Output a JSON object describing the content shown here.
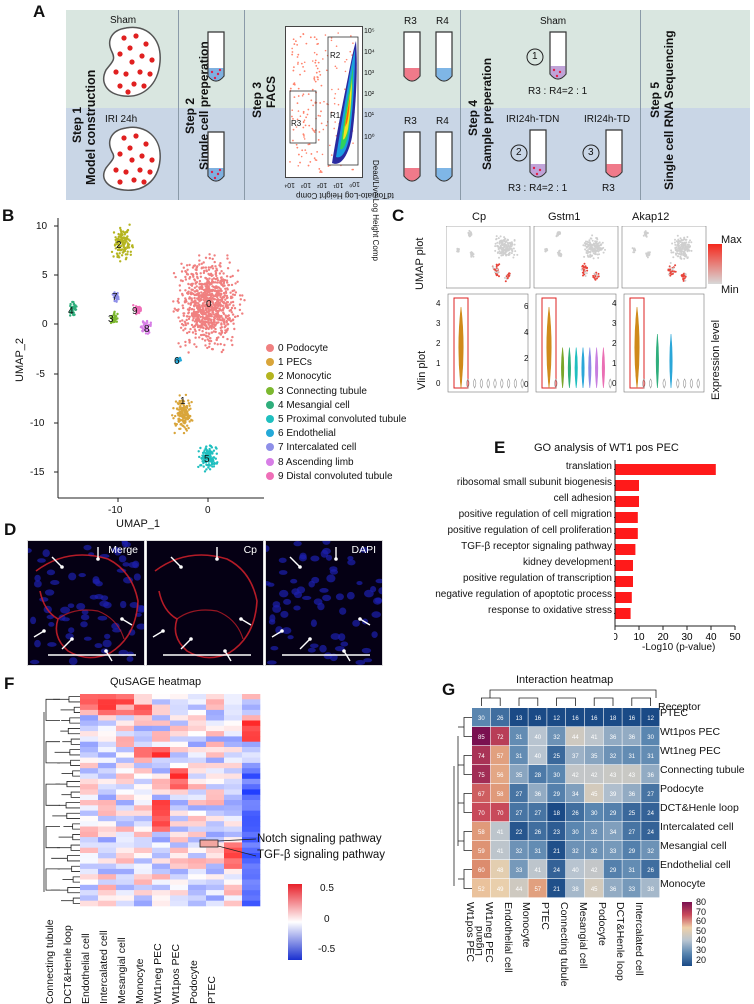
{
  "panelA": {
    "letter": "A",
    "steps": [
      {
        "label": "Step 1",
        "title": "Model construction"
      },
      {
        "label": "Step 2",
        "title": "Single cell preperation"
      },
      {
        "label": "Step 3",
        "title": "FACS"
      },
      {
        "label": "Step 4",
        "title": "Sample preperation"
      },
      {
        "label": "Step 5",
        "title": "Single cell RNA Sequencing"
      }
    ],
    "sham": "Sham",
    "iri": "IRI 24h",
    "facs_x": "tdTomato-Log Height Comp",
    "facs_y": "Dead/Live-Log Height Comp",
    "facs_ticks": [
      "10⁰",
      "10¹",
      "10²",
      "10³",
      "10⁴",
      "10⁵"
    ],
    "gates": [
      "R1",
      "R2",
      "R3"
    ],
    "r3": "R3",
    "r4": "R4",
    "s4_sham": "Sham",
    "s4_tdn": "IRI24h-TDN",
    "s4_td": "IRI24h-TD",
    "n1": "1",
    "n2": "2",
    "n3": "3",
    "ratio1": "R3 : R4=2 : 1",
    "ratio2": "R3 : R4=2 : 1",
    "ratio3": "R3"
  },
  "panelB": {
    "letter": "B",
    "xlabel": "UMAP_1",
    "ylabel": "UMAP_2",
    "xticks": [
      "-10",
      "0"
    ],
    "yticks": [
      "10",
      "5",
      "0",
      "-5",
      "-10",
      "-15"
    ],
    "clusters": [
      {
        "label": "0 Podocyte",
        "color": "#f08080"
      },
      {
        "label": "1 PECs",
        "color": "#d9a53a"
      },
      {
        "label": "2 Monocytic",
        "color": "#b5b520"
      },
      {
        "label": "3 Connecting tubule",
        "color": "#7cb82f"
      },
      {
        "label": "4 Mesangial cell",
        "color": "#2fae7c"
      },
      {
        "label": "5 Proximal convoluted tubule",
        "color": "#1fbfbf"
      },
      {
        "label": "6 Endothelial",
        "color": "#24a9d8"
      },
      {
        "label": "7 Intercalated cell",
        "color": "#8e8fe8"
      },
      {
        "label": "8 Ascending limb",
        "color": "#d77ee6"
      },
      {
        "label": "9 Distal convoluted tubule",
        "color": "#ef6fb8"
      }
    ],
    "cluster_ids": [
      "0",
      "1",
      "2",
      "3",
      "4",
      "5",
      "6",
      "7",
      "8",
      "9"
    ]
  },
  "panelC": {
    "letter": "C",
    "genes": [
      "Cp",
      "Gstm1",
      "Akap12"
    ],
    "umap_label": "UMAP plot",
    "vlin_label": "Vlin plot",
    "max": "Max",
    "min": "Min",
    "expression": "Expression level",
    "yticks1": [
      "4",
      "3",
      "2",
      "1",
      "0"
    ],
    "yticks2": [
      "6",
      "4",
      "2",
      "0"
    ],
    "yticks3": [
      "4",
      "3",
      "2",
      "1",
      "0"
    ]
  },
  "panelD": {
    "letter": "D",
    "labels": [
      "Merge",
      "Cp",
      "DAPI"
    ]
  },
  "panelE": {
    "letter": "E",
    "title": "GO analysis of  WT1 pos PEC",
    "xlabel": "-Log10 (p-value)",
    "xticks": [
      "0",
      "10",
      "20",
      "30",
      "40",
      "50"
    ],
    "bar_color": "#ff1a1a"
  },
  "panelF": {
    "letter": "F",
    "title": "QuSAGE heatmap",
    "columns": [
      "Connecting tubule",
      "DCT&Henle loop",
      "Endothelial cell",
      "Intercalated cell",
      "Mesangial cell",
      "Monocyte",
      "Wt1neg PEC",
      "Wt1pos PEC",
      "Podocyte",
      "PTEC"
    ],
    "annotations": [
      "Notch signaling pathway",
      "TGF-β signaling pathway"
    ],
    "scale": [
      "0.5",
      "0",
      "-0.5"
    ]
  },
  "panelG": {
    "letter": "G",
    "title": "Interaction heatmap",
    "receptor": "Receptor",
    "ligand": "Ligand",
    "rows": [
      "PTEC",
      "Wt1pos PEC",
      "Wt1neg PEC",
      "Connecting tubule",
      "Podocyte",
      "DCT&Henle loop",
      "Intercalated cell",
      "Mesangial cell",
      "Endothelial cell",
      "Monocyte"
    ],
    "cols": [
      "Wt1pos PEC",
      "Wt1neg PEC",
      "Endothelial cell",
      "Monocyte",
      "PTEC",
      "Connecting tubule",
      "Mesangial cell",
      "Podocyte",
      "DCT&Henle loop",
      "Intercalated cell"
    ],
    "values": [
      [
        30,
        26,
        13,
        16,
        12,
        16,
        16,
        18,
        16,
        12
      ],
      [
        85,
        72,
        31,
        40,
        32,
        44,
        41,
        36,
        36,
        30
      ],
      [
        74,
        57,
        31,
        40,
        25,
        37,
        35,
        32,
        31,
        31
      ],
      [
        75,
        56,
        35,
        28,
        30,
        42,
        42,
        43,
        43,
        36
      ],
      [
        67,
        58,
        27,
        36,
        29,
        34,
        45,
        39,
        36,
        27
      ],
      [
        70,
        70,
        27,
        27,
        18,
        26,
        30,
        29,
        25,
        24
      ],
      [
        58,
        41,
        22,
        26,
        23,
        30,
        32,
        34,
        27,
        24
      ],
      [
        59,
        41,
        32,
        31,
        21,
        32,
        32,
        33,
        29,
        32
      ],
      [
        60,
        48,
        33,
        41,
        24,
        40,
        42,
        29,
        31,
        26
      ],
      [
        52,
        49,
        44,
        57,
        21,
        38,
        45,
        36,
        33,
        38
      ]
    ],
    "legend": [
      "80",
      "70",
      "60",
      "50",
      "40",
      "30",
      "20"
    ]
  },
  "chart_data": [
    {
      "type": "bar",
      "title": "GO analysis of  WT1 pos PEC",
      "xlabel": "-Log10 (p-value)",
      "orientation": "horizontal",
      "xlim": [
        0,
        50
      ],
      "categories": [
        "translation",
        "ribosomal small subunit biogenesis",
        "cell adhesion",
        "positive regulation of cell migration",
        "positive regulation of cell proliferation",
        "TGF-β receptor signaling pathway",
        "kidney development",
        "positive regulation of transcription",
        "negative regulation of apoptotic process",
        "response to oxidative stress"
      ],
      "values": [
        42,
        10,
        10,
        9.5,
        9.5,
        8.5,
        7.5,
        7.5,
        7,
        6.5
      ]
    },
    {
      "type": "heatmap",
      "title": "Interaction heatmap",
      "rows": [
        "PTEC",
        "Wt1pos PEC",
        "Wt1neg PEC",
        "Connecting tubule",
        "Podocyte",
        "DCT&Henle loop",
        "Intercalated cell",
        "Mesangial cell",
        "Endothelial cell",
        "Monocyte"
      ],
      "cols": [
        "Wt1pos PEC",
        "Wt1neg PEC",
        "Endothelial cell",
        "Monocyte",
        "PTEC",
        "Connecting tubule",
        "Mesangial cell",
        "Podocyte",
        "DCT&Henle loop",
        "Intercalated cell"
      ],
      "colorbar": [
        20,
        80
      ]
    }
  ]
}
